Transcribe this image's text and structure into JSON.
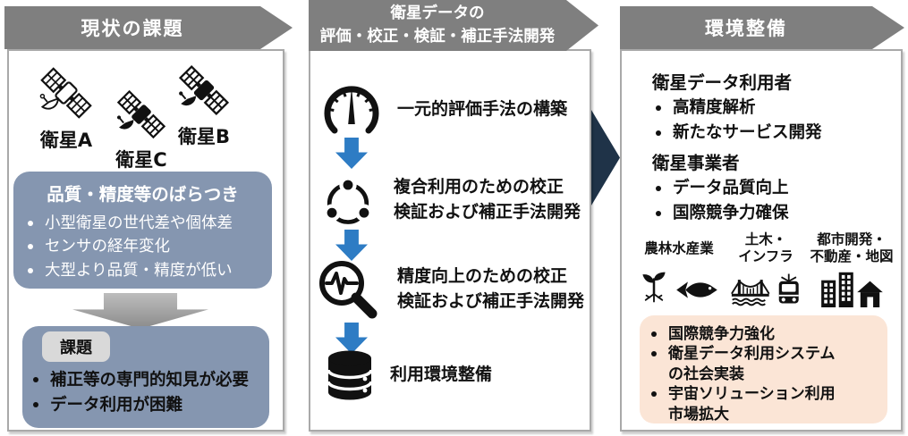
{
  "colors": {
    "banner_gray": "#7f7f7f",
    "box_blue_gray": "#8596b0",
    "tag_gray": "#d9d9d9",
    "outcome_peach": "#fbe5d6",
    "flow_arrow_blue": "#2e7cc4",
    "link_arrow_navy": "#1f3348",
    "down_arrow_gray": "#a6a6a6"
  },
  "left_panel": {
    "title": "現状の課題",
    "satellites": [
      {
        "label": "衛星A"
      },
      {
        "label": "衛星C"
      },
      {
        "label": "衛星B"
      }
    ],
    "variance_box": {
      "title": "品質・精度等のばらつき",
      "bullets": [
        "小型衛星の世代差や個体差",
        "センサの経年変化",
        "大型より品質・精度が低い"
      ]
    },
    "issue_box": {
      "tag": "課題",
      "bullets": [
        "補正等の専門的知見が必要",
        "データ利用が困難"
      ]
    }
  },
  "middle_panel": {
    "title": "衛星データの\n評価・校正・検証・補正手法開発",
    "steps": [
      {
        "icon": "gauge-icon",
        "label": "一元的評価手法の構築"
      },
      {
        "icon": "share-network-icon",
        "label": "複合利用のための校正\n検証および補正手法開発"
      },
      {
        "icon": "magnifier-waveform-icon",
        "label": "精度向上のための校正\n検証および補正手法開発"
      },
      {
        "icon": "database-icon",
        "label": "利用環境整備"
      }
    ]
  },
  "right_panel": {
    "title": "環境整備",
    "beneficiaries": [
      {
        "heading": "衛星データ利用者",
        "bullets": [
          "高精度解析",
          "新たなサービス開発"
        ]
      },
      {
        "heading": "衛星事業者",
        "bullets": [
          "データ品質向上",
          "国際競争力確保"
        ]
      }
    ],
    "industries": [
      {
        "label": "農林水産業"
      },
      {
        "label": "土木・\nインフラ"
      },
      {
        "label": "都市開発・\n不動産・地図"
      }
    ],
    "outcome_box": {
      "bullets": [
        "国際競争力強化",
        "衛星データ利用システム\nの社会実装",
        "宇宙ソリューション利用\n市場拡大"
      ]
    }
  }
}
